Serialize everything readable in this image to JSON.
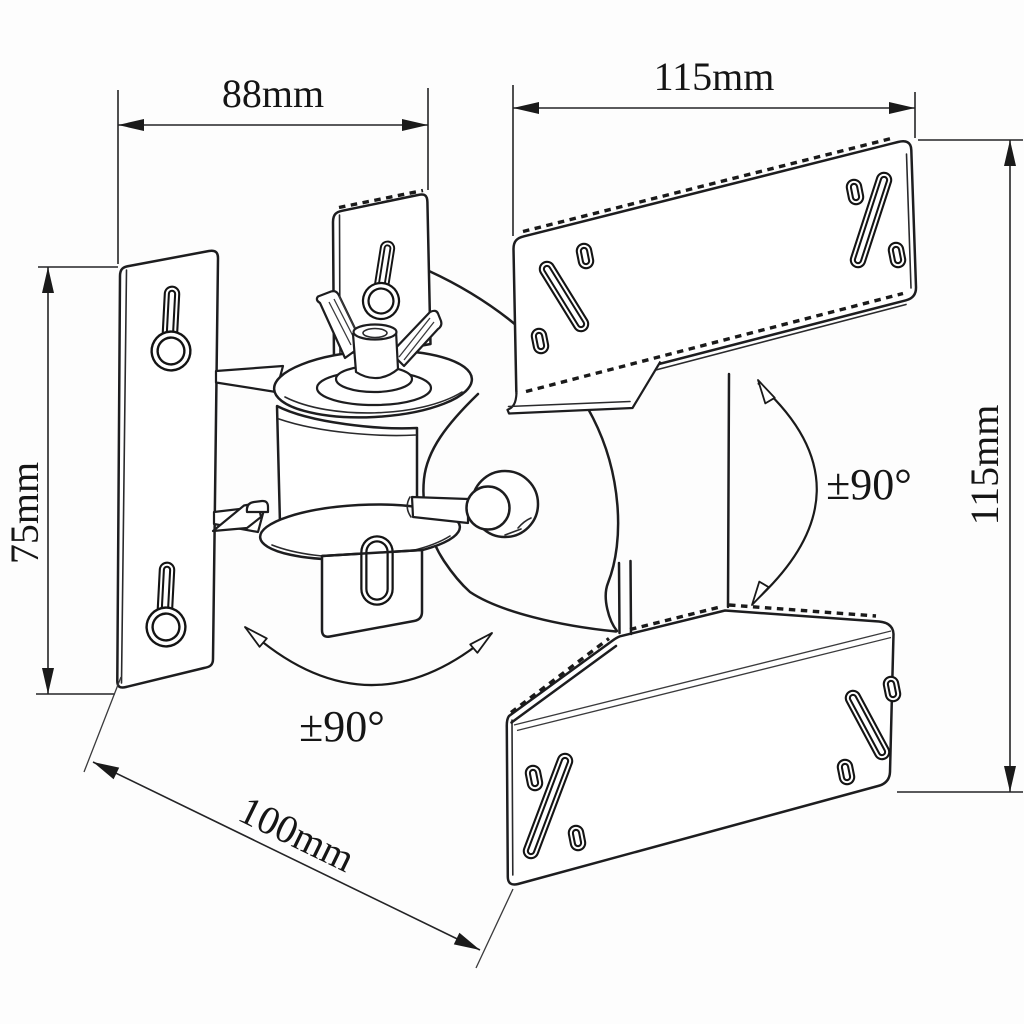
{
  "drawing": {
    "kind": "technical-drawing",
    "subject": "swivel-tilt wall mount bracket",
    "colors": {
      "background": "#fdfdfd",
      "line": "#1d1d1f",
      "text": "#151515"
    },
    "annotations": {
      "wall_plate_width": "88mm",
      "vesa_plate_width": "115mm",
      "wall_plate_height": "75mm",
      "vesa_plate_height": "115mm",
      "arm_depth": "100mm",
      "swivel_range": "±90°",
      "tilt_range": "±90°"
    }
  }
}
